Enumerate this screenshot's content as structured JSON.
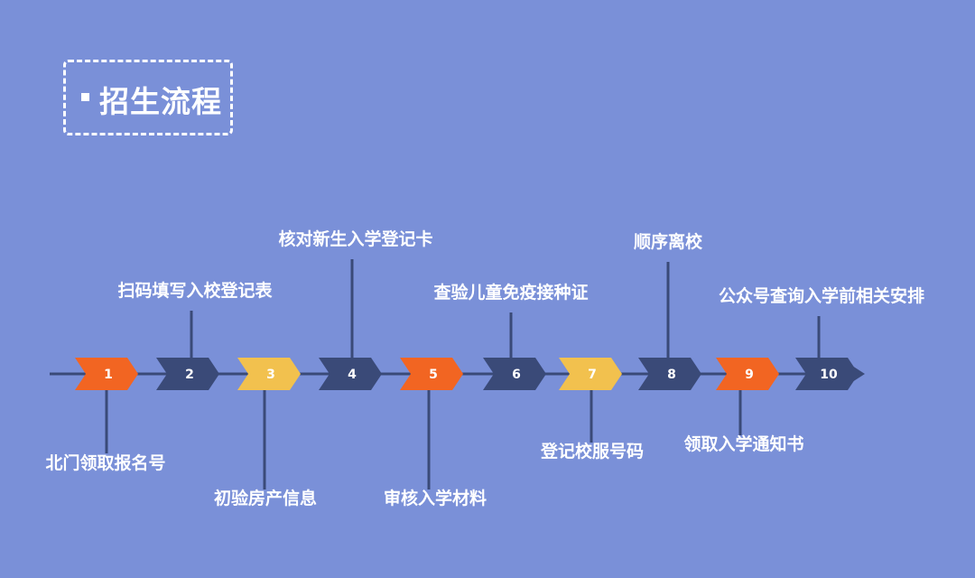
{
  "title": "招生流程",
  "colors": {
    "background": "#7a90d8",
    "orange": "#f26522",
    "yellow": "#f2c14e",
    "navy": "#3a4a78",
    "line": "#3a4a78",
    "text": "#ffffff"
  },
  "steps": [
    {
      "number": "1",
      "label": "北门领取报名号",
      "color": "orange",
      "label_side": "below"
    },
    {
      "number": "2",
      "label": "扫码填写入校登记表",
      "color": "navy",
      "label_side": "above"
    },
    {
      "number": "3",
      "label": "初验房产信息",
      "color": "yellow",
      "label_side": "below"
    },
    {
      "number": "4",
      "label": "核对新生入学登记卡",
      "color": "navy",
      "label_side": "above"
    },
    {
      "number": "5",
      "label": "审核入学材料",
      "color": "orange",
      "label_side": "below"
    },
    {
      "number": "6",
      "label": "查验儿童免疫接种证",
      "color": "navy",
      "label_side": "above"
    },
    {
      "number": "7",
      "label": "登记校服号码",
      "color": "yellow",
      "label_side": "below"
    },
    {
      "number": "8",
      "label": "顺序离校",
      "color": "navy",
      "label_side": "above"
    },
    {
      "number": "9",
      "label": "领取入学通知书",
      "color": "orange",
      "label_side": "below"
    },
    {
      "number": "10",
      "label": "公众号查询入学前相关安排",
      "color": "navy",
      "label_side": "above"
    }
  ]
}
